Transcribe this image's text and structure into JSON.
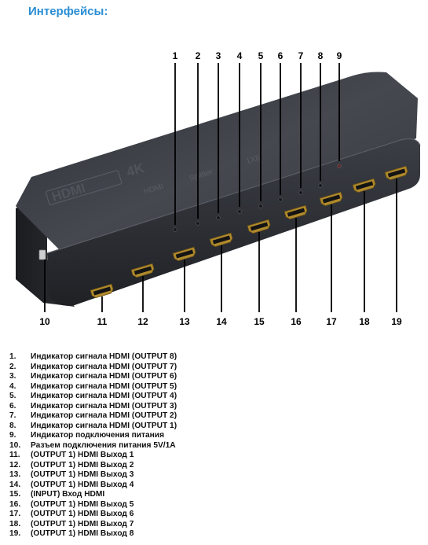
{
  "page": {
    "title": "Интерфейсы:"
  },
  "device": {
    "top_markings": [
      "HDMI",
      "4K",
      "HDMI",
      "Splitter",
      "1X8"
    ]
  },
  "callouts": {
    "top": [
      "1",
      "2",
      "3",
      "4",
      "5",
      "6",
      "7",
      "8",
      "9"
    ],
    "bottom": [
      "10",
      "11",
      "12",
      "13",
      "14",
      "15",
      "16",
      "17",
      "18",
      "19"
    ]
  },
  "legend": [
    {
      "num": "1.",
      "text": "Индикатор сигнала HDMI (OUTPUT 8)"
    },
    {
      "num": "2.",
      "text": "Индикатор сигнала HDMI (OUTPUT 7)"
    },
    {
      "num": "3.",
      "text": "Индикатор сигнала HDMI (OUTPUT 6)"
    },
    {
      "num": "4.",
      "text": "Индикатор сигнала HDMI (OUTPUT 5)"
    },
    {
      "num": "5.",
      "text": "Индикатор сигнала HDMI (OUTPUT 4)"
    },
    {
      "num": "6.",
      "text": "Индикатор сигнала HDMI (OUTPUT 3)"
    },
    {
      "num": "7.",
      "text": "Индикатор сигнала HDMI (OUTPUT 2)"
    },
    {
      "num": "8.",
      "text": "Индикатор сигнала HDMI (OUTPUT 1)"
    },
    {
      "num": "9.",
      "text": "Индикатор подключения питания"
    },
    {
      "num": "10.",
      "text": "Разъем подключения питания 5V/1A"
    },
    {
      "num": "11.",
      "text": "(OUTPUT 1) HDMI Выход 1"
    },
    {
      "num": "12.",
      "text": "(OUTPUT 1) HDMI Выход 2"
    },
    {
      "num": "13.",
      "text": "(OUTPUT 1) HDMI Выход 3"
    },
    {
      "num": "14.",
      "text": "(OUTPUT 1) HDMI Выход 4"
    },
    {
      "num": "15.",
      "text": "(INPUT) Вход HDMI"
    },
    {
      "num": "16.",
      "text": "(OUTPUT 1) HDMI Выход 5"
    },
    {
      "num": "17.",
      "text": "(OUTPUT 1) HDMI Выход 6"
    },
    {
      "num": "18.",
      "text": "(OUTPUT 1) HDMI Выход 7"
    },
    {
      "num": "19.",
      "text": "(OUTPUT 1) HDMI Выход 8"
    }
  ]
}
